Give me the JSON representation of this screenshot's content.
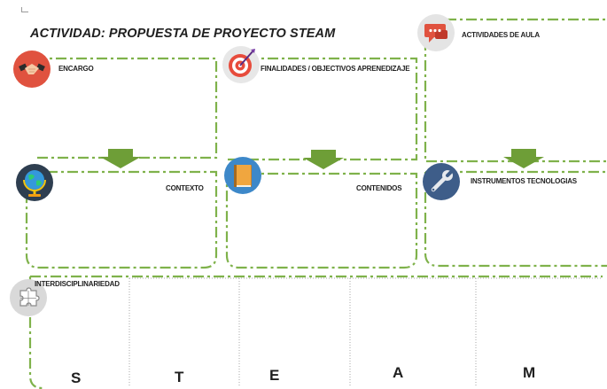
{
  "title": "ACTIVIDAD: PROPUESTA DE PROYECTO STEAM",
  "sections": {
    "encargo": {
      "label": "ENCARGO",
      "icon": "handshake-icon"
    },
    "finalidades": {
      "label": "FINALIDADES / OBJECTIVOS APRENEDIZAJE",
      "icon": "target-icon"
    },
    "actividades": {
      "label": "ACTIVIDADES  DE AULA",
      "icon": "chat-icon"
    },
    "contexto": {
      "label": "CONTEXTO",
      "icon": "globe-icon"
    },
    "contenidos": {
      "label": "CONTENIDOS",
      "icon": "book-icon"
    },
    "instrumentos": {
      "label": "INSTRUMENTOS TECNOLOGIAS",
      "icon": "wrench-icon"
    },
    "interdisciplinariedad": {
      "label": "INTERDISCIPLINARIEDAD",
      "icon": "puzzle-icon"
    }
  },
  "steam": [
    "S",
    "T",
    "E",
    "A",
    "M"
  ],
  "colors": {
    "dash_green": "#7fb24b",
    "arrow_green": "#6e9e37",
    "dotted_grey": "#a7a7a7",
    "encargo_icon_bg": "#e0523f",
    "target_icon_bg": "#e7e7e7",
    "chat_icon_bg": "#e4e4e4",
    "globe_icon_bg": "#2e3e50",
    "book_icon_bg": "#3d88c9",
    "wrench_icon_bg": "#3e5d89",
    "puzzle_icon_bg": "#d9d9d9"
  }
}
